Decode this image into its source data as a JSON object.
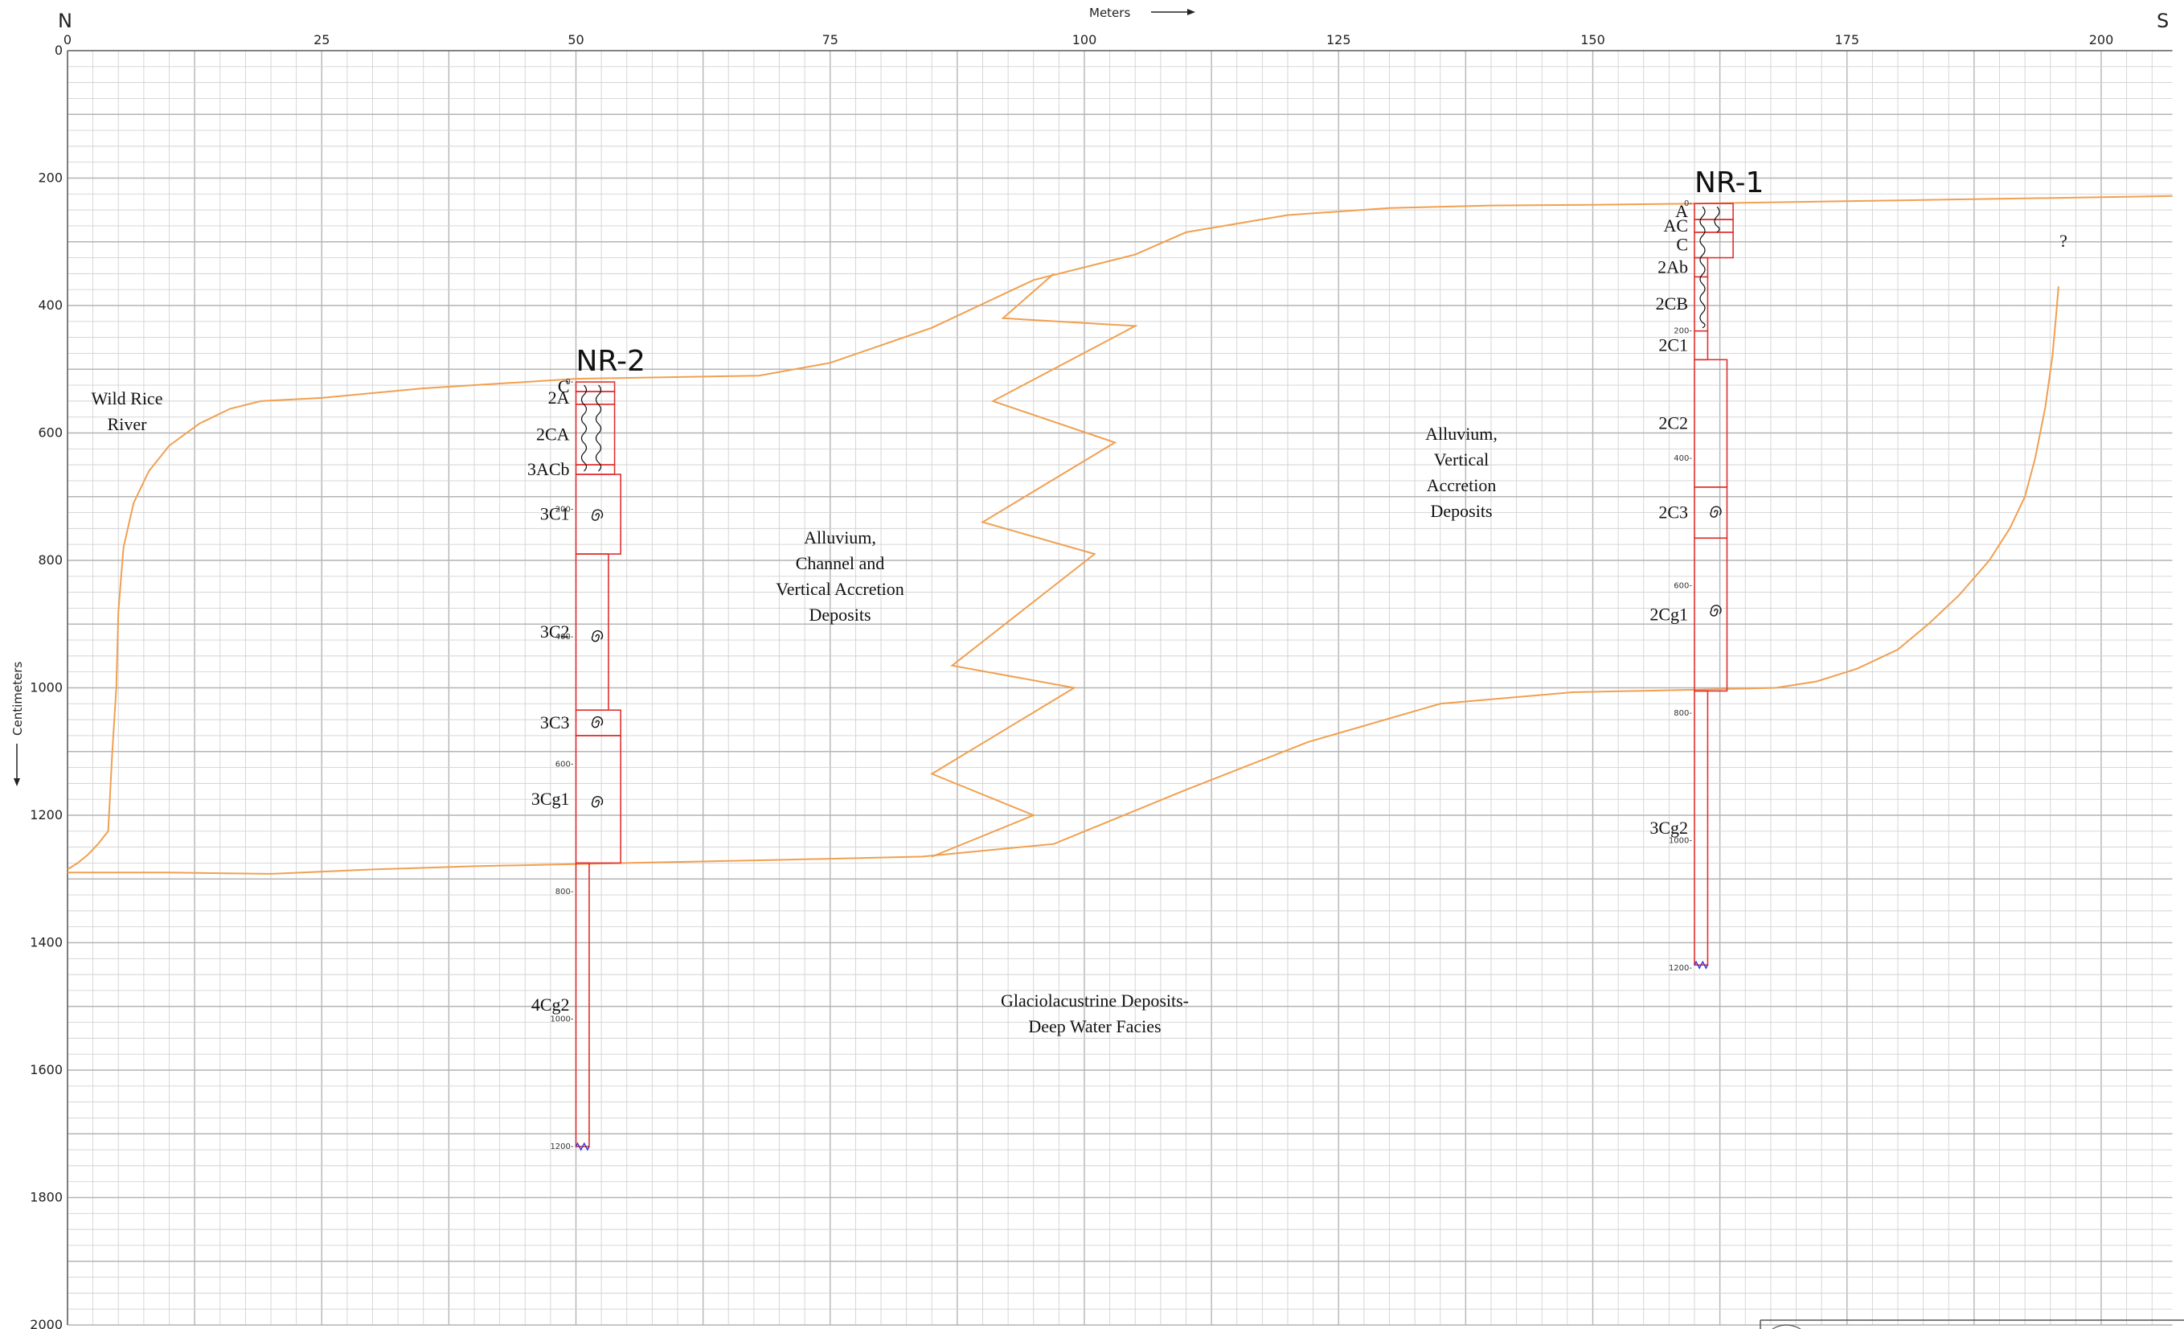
{
  "corners": {
    "left": "N",
    "right": "S"
  },
  "axes": {
    "x_title": "Meters",
    "y_title": "Centimeters",
    "x_ticks": [
      0,
      25,
      50,
      75,
      100,
      125,
      150,
      175,
      200
    ],
    "y_ticks": [
      0,
      200,
      400,
      600,
      800,
      1000,
      1200,
      1400,
      1600,
      1800,
      2000
    ],
    "x_range": [
      0,
      207
    ],
    "y_range": [
      0,
      2000
    ]
  },
  "colors": {
    "boundary": "#f0a050",
    "core_outline": "#e03030",
    "core_base": "#3030d0",
    "grid_minor": "#d2d2d2",
    "grid_major": "#b4b4b4"
  },
  "deposits": [
    {
      "name": "river",
      "lines": [
        "Wild Rice",
        "River"
      ]
    },
    {
      "name": "channel",
      "lines": [
        "Alluvium,",
        "Channel and",
        "Vertical Accretion",
        "Deposits"
      ]
    },
    {
      "name": "vertical",
      "lines": [
        "Alluvium,",
        "Vertical",
        "Accretion",
        "Deposits"
      ]
    },
    {
      "name": "glacio",
      "lines": [
        "Glaciolacustrine Deposits-",
        "Deep Water Facies"
      ]
    },
    {
      "name": "question",
      "lines": [
        "?"
      ]
    }
  ],
  "cores": [
    {
      "id": "nr-2",
      "title": "NR-2",
      "x_m": 50,
      "top_cm": 520,
      "horizons": [
        {
          "label": "C",
          "top_cm": 520,
          "bottom_cm": 535,
          "width_m": 3.8
        },
        {
          "label": "2A",
          "top_cm": 535,
          "bottom_cm": 555,
          "width_m": 3.8
        },
        {
          "label": "2CA",
          "top_cm": 555,
          "bottom_cm": 650,
          "width_m": 3.8
        },
        {
          "label": "3ACb",
          "top_cm": 650,
          "bottom_cm": 665,
          "width_m": 3.8
        },
        {
          "label": "3C1",
          "top_cm": 665,
          "bottom_cm": 790,
          "width_m": 4.4
        },
        {
          "label": "3C2",
          "top_cm": 790,
          "bottom_cm": 1035,
          "width_m": 3.2
        },
        {
          "label": "3C3",
          "top_cm": 1035,
          "bottom_cm": 1075,
          "width_m": 4.4
        },
        {
          "label": "3Cg1",
          "top_cm": 1075,
          "bottom_cm": 1275,
          "width_m": 4.4
        },
        {
          "label": "4Cg2",
          "top_cm": 1275,
          "bottom_cm": 1720,
          "width_m": 1.3
        }
      ],
      "depth_ticks": [
        0,
        200,
        400,
        600,
        800,
        1000,
        1200
      ]
    },
    {
      "id": "nr-1",
      "title": "NR-1",
      "x_m": 160,
      "top_cm": 240,
      "horizons": [
        {
          "label": "A",
          "top_cm": 240,
          "bottom_cm": 265,
          "width_m": 3.8
        },
        {
          "label": "AC",
          "top_cm": 265,
          "bottom_cm": 285,
          "width_m": 3.8
        },
        {
          "label": "C",
          "top_cm": 285,
          "bottom_cm": 325,
          "width_m": 3.8
        },
        {
          "label": "2Ab",
          "top_cm": 325,
          "bottom_cm": 355,
          "width_m": 1.3
        },
        {
          "label": "2CB",
          "top_cm": 355,
          "bottom_cm": 440,
          "width_m": 1.3
        },
        {
          "label": "2C1",
          "top_cm": 440,
          "bottom_cm": 485,
          "width_m": 1.3
        },
        {
          "label": "2C2",
          "top_cm": 485,
          "bottom_cm": 685,
          "width_m": 3.2
        },
        {
          "label": "2C3",
          "top_cm": 685,
          "bottom_cm": 765,
          "width_m": 3.2
        },
        {
          "label": "2Cg1",
          "top_cm": 765,
          "bottom_cm": 1005,
          "width_m": 3.2
        },
        {
          "label": "3Cg2",
          "top_cm": 1005,
          "bottom_cm": 1435,
          "width_m": 1.3
        }
      ],
      "depth_ticks": [
        0,
        200,
        400,
        600,
        800,
        1000,
        1200
      ]
    }
  ],
  "boundaries": {
    "upper": [
      [
        0,
        1285
      ],
      [
        1,
        1275
      ],
      [
        2,
        1262
      ],
      [
        3,
        1245
      ],
      [
        4,
        1225
      ],
      [
        4.4,
        1100
      ],
      [
        4.8,
        1000
      ],
      [
        5,
        880
      ],
      [
        5.5,
        780
      ],
      [
        6.5,
        710
      ],
      [
        8,
        660
      ],
      [
        10,
        620
      ],
      [
        13,
        585
      ],
      [
        16,
        562
      ],
      [
        19,
        550
      ],
      [
        25,
        545
      ],
      [
        35,
        530
      ],
      [
        45,
        520
      ],
      [
        50,
        515
      ],
      [
        68,
        510
      ],
      [
        75,
        490
      ],
      [
        85,
        435
      ],
      [
        95,
        360
      ],
      [
        105,
        320
      ],
      [
        110,
        285
      ],
      [
        120,
        258
      ],
      [
        130,
        247
      ],
      [
        140,
        243
      ],
      [
        150,
        242
      ],
      [
        160,
        240
      ],
      [
        180,
        235
      ],
      [
        200,
        230
      ],
      [
        207,
        228
      ]
    ],
    "lower": [
      [
        0,
        1290
      ],
      [
        10,
        1290
      ],
      [
        20,
        1292
      ],
      [
        30,
        1285
      ],
      [
        40,
        1280
      ],
      [
        55,
        1275
      ],
      [
        70,
        1270
      ],
      [
        84,
        1265
      ],
      [
        97,
        1245
      ],
      [
        110,
        1160
      ],
      [
        122,
        1085
      ],
      [
        135,
        1025
      ],
      [
        148,
        1007
      ],
      [
        160,
        1003
      ],
      [
        168,
        1000
      ],
      [
        172,
        990
      ],
      [
        176,
        970
      ],
      [
        180,
        940
      ],
      [
        183,
        900
      ],
      [
        186,
        855
      ],
      [
        189,
        800
      ],
      [
        191,
        750
      ],
      [
        192.5,
        700
      ],
      [
        193.5,
        640
      ],
      [
        194.5,
        560
      ],
      [
        195.2,
        480
      ],
      [
        195.6,
        410
      ],
      [
        195.8,
        370
      ]
    ],
    "contact": [
      [
        85,
        1265
      ],
      [
        95,
        1200
      ],
      [
        85,
        1135
      ],
      [
        99,
        1000
      ],
      [
        87,
        965
      ],
      [
        101,
        790
      ],
      [
        90,
        740
      ],
      [
        103,
        615
      ],
      [
        91,
        550
      ],
      [
        105,
        432
      ],
      [
        92,
        420
      ],
      [
        97,
        350
      ]
    ]
  }
}
